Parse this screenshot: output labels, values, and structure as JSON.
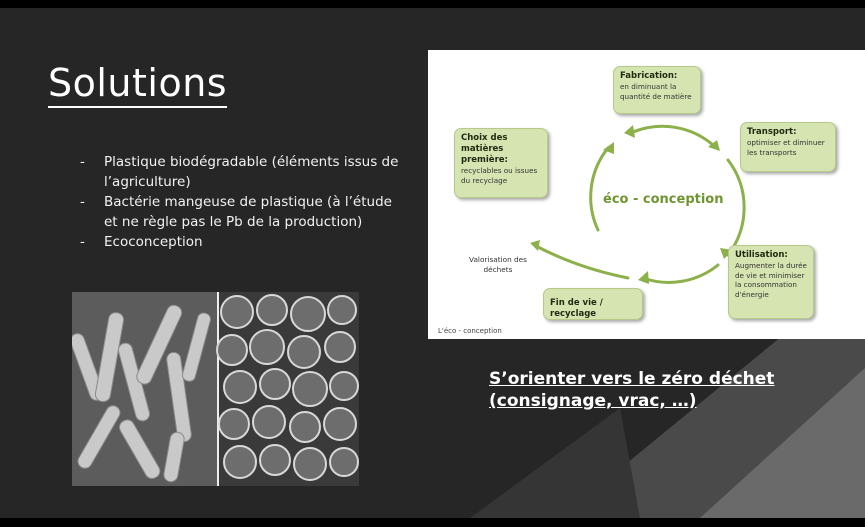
{
  "slide": {
    "title": "Solutions",
    "bullets": [
      "Plastique biodégradable (éléments issus de l’agriculture)",
      "Bactérie mangeuse de plastique (à l’étude et ne règle pas le Pb de la production)",
      "Ecoconception"
    ]
  },
  "diagram": {
    "center": "éco - conception",
    "boxes": {
      "fabrication": {
        "title": "Fabrication:",
        "desc": "en diminuant la quantité de matière"
      },
      "transport": {
        "title": "Transport:",
        "desc": "optimiser et diminuer les transports"
      },
      "utilisation": {
        "title": "Utilisation:",
        "desc": "Augmenter la durée de vie et minimiser la consommation d'énergie"
      },
      "fin_de_vie": {
        "title": "Fin de vie / recyclage",
        "desc": ""
      },
      "choix": {
        "title": "Choix des matières première:",
        "desc": "recyclables ou issues du recyclage"
      }
    },
    "valorisation": "Valorisation des déchets",
    "caption": "L'éco - conception"
  },
  "zero_dechet": {
    "line1": "S’orienter vers le zéro déchet",
    "line2": "(consignage, vrac, …)"
  },
  "colors": {
    "slide_bg": "#262626",
    "accent_green": "#8cb04a",
    "box_fill": "#d6e4b1",
    "text_white": "#ffffff"
  }
}
